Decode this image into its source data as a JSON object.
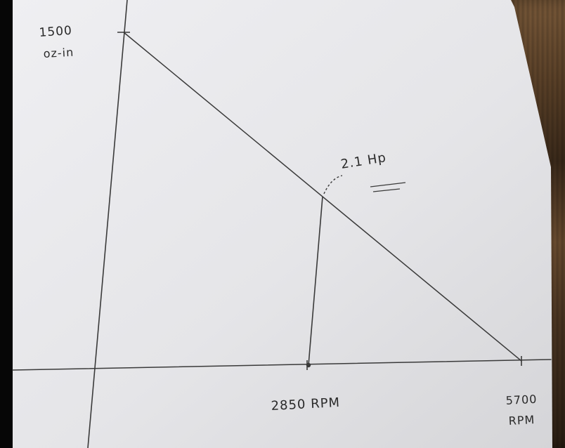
{
  "chart_data": {
    "type": "line",
    "title": "",
    "xlabel": "",
    "ylabel": "",
    "x_ticks": [
      {
        "value": 2850,
        "label": "2850 RPM"
      },
      {
        "value": 5700,
        "label_line1": "5700",
        "label_line2": "RPM"
      }
    ],
    "y_ticks": [
      {
        "value": 1500,
        "label_line1": "1500",
        "label_line2": "oz-in"
      }
    ],
    "series": [
      {
        "x": [
          0,
          5700
        ],
        "y": [
          1500,
          0
        ]
      }
    ],
    "annotations": [
      {
        "x": 2850,
        "y": 750,
        "text": "2.1 Hp"
      }
    ],
    "xlim": [
      0,
      5700
    ],
    "ylim": [
      0,
      1500
    ],
    "grid": false,
    "colors": {
      "paper": "#e6e6e9",
      "ink": "#3a3a3a",
      "background": "#060606"
    }
  }
}
